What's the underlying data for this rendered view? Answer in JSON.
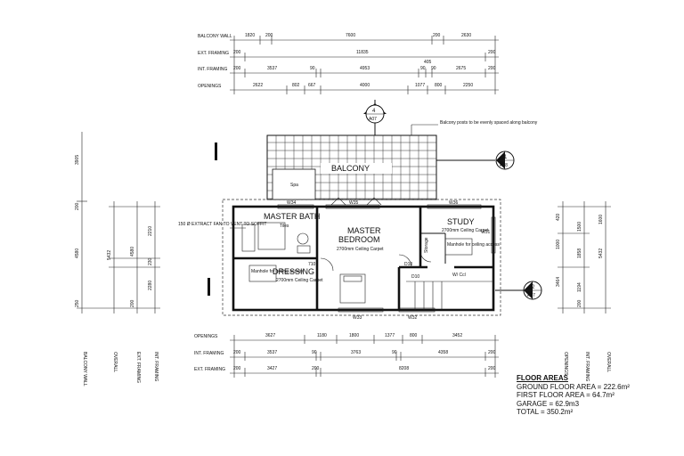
{
  "dimension_rows": {
    "top": [
      {
        "label": "BALCONY WALL",
        "values": [
          "1820",
          "200",
          "7600",
          "200",
          "2630"
        ]
      },
      {
        "label": "EXT. FRAMING",
        "values": [
          "200",
          "11835",
          "200"
        ]
      },
      {
        "label": "INT. FRAMING",
        "values": [
          "200",
          "3537",
          "90",
          "4953",
          "90",
          "90",
          "2675",
          "200",
          "405"
        ]
      },
      {
        "label": "OPENINGS",
        "values": [
          "2622",
          "802",
          "667",
          "4000",
          "1077",
          "800",
          "2250"
        ]
      }
    ],
    "bottom": [
      {
        "label": "OPENINGS",
        "values": [
          "3627",
          "1180",
          "1800",
          "1377",
          "800",
          "3452"
        ]
      },
      {
        "label": "INT. FRAMING",
        "values": [
          "200",
          "3537",
          "90",
          "3763",
          "90",
          "4358",
          "200"
        ]
      },
      {
        "label": "EXT. FRAMING",
        "values": [
          "200",
          "3427",
          "200",
          "8208",
          "200"
        ]
      }
    ]
  },
  "side_left": {
    "labels": [
      "BALCONY WALL",
      "OVERALL",
      "EXT. FRAMING",
      "INT. FRAMING"
    ],
    "values": [
      "3905",
      "200",
      "5432",
      "4580",
      "4580",
      "2210",
      "230",
      "2280",
      "200",
      "250",
      "200",
      "200"
    ]
  },
  "side_right": {
    "labels": [
      "OPENINGS",
      "INT. FRAMING",
      "OVERALL"
    ],
    "values": [
      "420",
      "1000",
      "3464",
      "1500",
      "1858",
      "90",
      "1194",
      "200",
      "200",
      "200",
      "1600",
      "200",
      "5432"
    ]
  },
  "rooms": {
    "balcony": "BALCONY",
    "spa": "Spa",
    "master_bath": "MASTER BATH",
    "dressing": "DRESSING",
    "dressing_sub": "2700mm Ceiling Carpet",
    "master_bedroom": "MASTER BEDROOM",
    "master_bedroom_sub": "2700mm Ceiling Carpet",
    "study": "STUDY",
    "study_sub": "2700mm Ceiling Carpet",
    "storage": "Storage",
    "wc": "W/ Ccl",
    "manhole": "Manhole for ceiling access",
    "tiles": "Tiles"
  },
  "window_tags": [
    "W34",
    "W35",
    "W36",
    "W31",
    "W33",
    "W32",
    "W37"
  ],
  "door_tags": [
    "D10",
    "D10",
    "D10",
    "710"
  ],
  "notes": {
    "balcony_posts": "Balcony posts to be evenly spaced along balcony",
    "extract_fan": "150 Ø EXTRACT FAN TO VENT TO SOFFIT"
  },
  "section_markers": [
    {
      "num": "4",
      "ref": "A07"
    },
    {
      "num": "1",
      "ref": "A08"
    },
    {
      "num": "2",
      "ref": "A07"
    }
  ],
  "floor_areas": {
    "title": "FLOOR AREAS",
    "ground": "GROUND FLOOR AREA = 222.6m²",
    "first": "FIRST FLOOR AREA = 64.7m²",
    "garage": "GARAGE = 62.9m3",
    "total": "TOTAL = 350.2m²"
  }
}
